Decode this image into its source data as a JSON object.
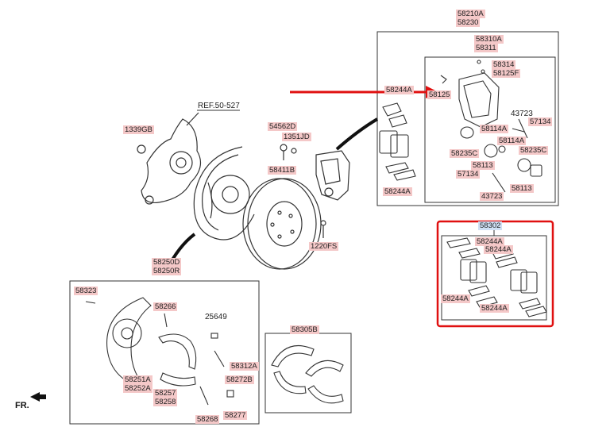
{
  "colors": {
    "label_bg": "#f4c8c8",
    "label_selected_bg": "#cfe0f5",
    "highlight": "#e01010",
    "line": "#222222"
  },
  "labels": {
    "ref": "REF.50-527",
    "l1339gb": "1339GB",
    "l54562d": "54562D",
    "l1351jd": "1351JD",
    "l58411b": "58411B",
    "l1220fs": "1220FS",
    "l58250d": "58250D",
    "l58250r": "58250R",
    "l58323": "58323",
    "l58266": "58266",
    "l25649": "25649",
    "l58312a": "58312A",
    "l58272b": "58272B",
    "l58251a": "58251A",
    "l58252a": "58252A",
    "l58257": "58257",
    "l58258": "58258",
    "l58268": "58268",
    "l58277": "58277",
    "l58305b": "58305B",
    "l58210a": "58210A",
    "l58230": "58230",
    "l58310a": "58310A",
    "l58311": "58311",
    "l58314": "58314",
    "l58125f": "58125F",
    "l58125": "58125",
    "l58244a_tl": "58244A",
    "l43723_a": "43723",
    "l57134_a": "57134",
    "l58114a_a": "58114A",
    "l58114a_b": "58114A",
    "l58235c_a": "58235C",
    "l58235c_b": "58235C",
    "l58113_a": "58113",
    "l57134_b": "57134",
    "l58113_b": "58113",
    "l43723_b": "43723",
    "l58244a_bl": "58244A",
    "l58302": "58302",
    "l58244a_k1": "58244A",
    "l58244a_k2": "58244A",
    "l58244a_k3": "58244A",
    "l58244a_k4": "58244A",
    "fr": "FR."
  }
}
